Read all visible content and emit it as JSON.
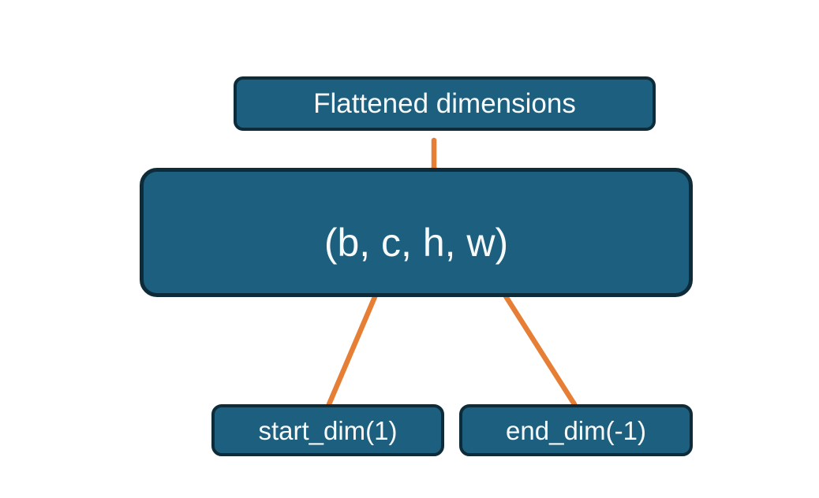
{
  "diagram": {
    "nodes": {
      "flattened": {
        "label": "Flattened dimensions"
      },
      "tensor": {
        "label": "(b, c, h, w)"
      },
      "start_dim": {
        "label": "start_dim(1)"
      },
      "end_dim": {
        "label": "end_dim(-1)"
      }
    },
    "connectors": {
      "brace": "brace linking Flattened dimensions to the (c..w) span of the tensor shape",
      "start_arrow": "arrow from start_dim(1) to dimension c",
      "end_arrow": "arrow from end_dim(-1) to dimension w"
    }
  },
  "colors": {
    "box-fill": "#1d5f7e",
    "box-border": "#0d2b39",
    "accent-orange": "#e67f35",
    "text-color": "#f7fafb",
    "background": "#ffffff"
  }
}
